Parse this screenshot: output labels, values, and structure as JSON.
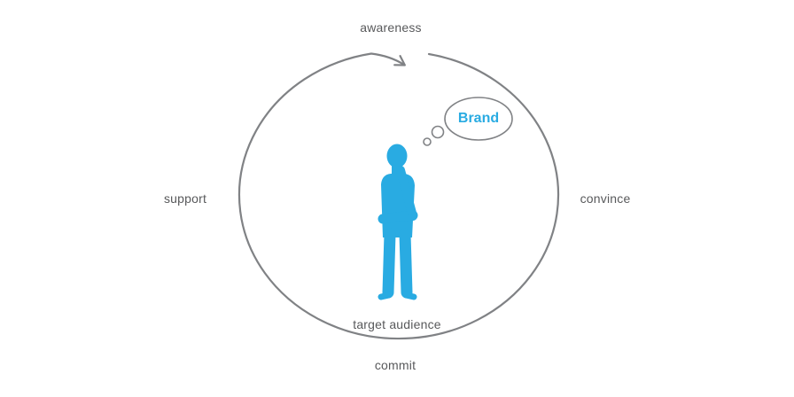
{
  "diagram": {
    "type": "circular-cycle",
    "stages": [
      {
        "label": "awareness",
        "position": "top"
      },
      {
        "label": "convince",
        "position": "right"
      },
      {
        "label": "commit",
        "position": "bottom"
      },
      {
        "label": "support",
        "position": "left"
      }
    ],
    "center_label": "target audience",
    "center_figure": "thinking-person-silhouette",
    "thought_bubble": {
      "text": "Brand"
    },
    "flow_direction": "clockwise",
    "colors": {
      "accent_blue": "#29abe2",
      "line_gray": "#808285",
      "text_gray": "#58595b",
      "background": "#ffffff"
    }
  }
}
